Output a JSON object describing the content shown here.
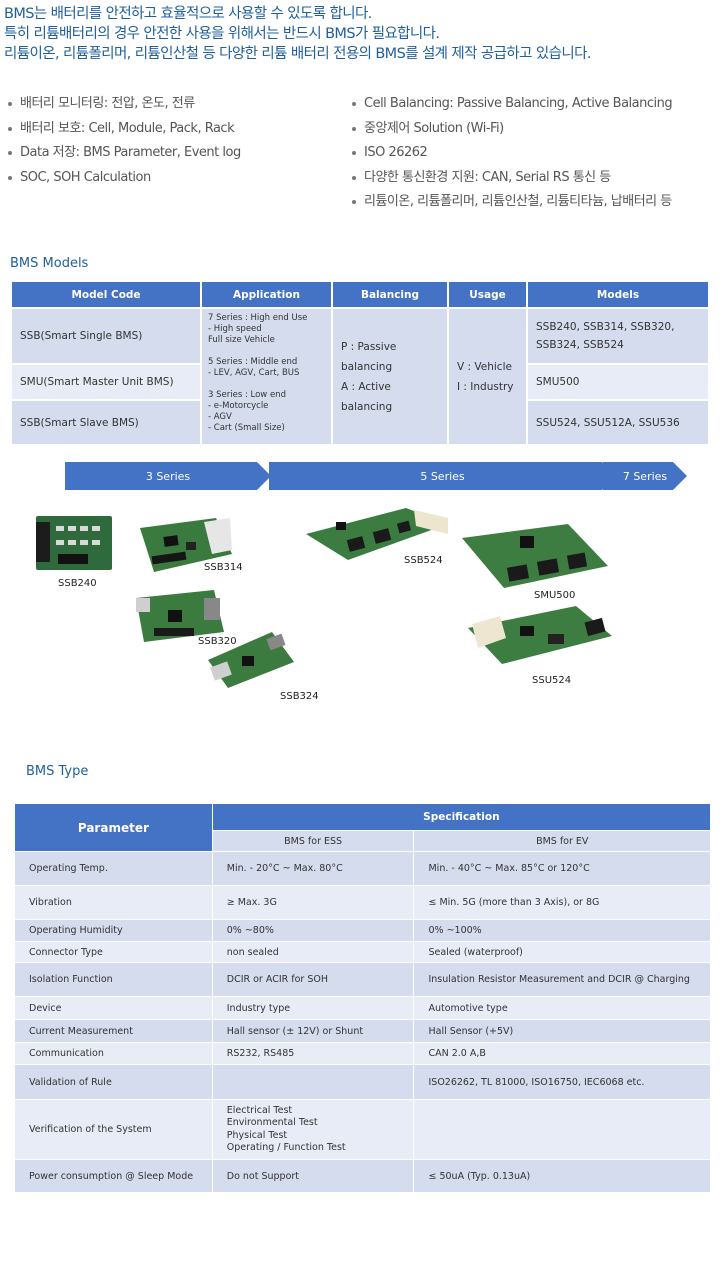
{
  "intro": {
    "line1": "BMS는 배터리를 안전하고 효율적으로 사용할 수 있도록 합니다.",
    "line2": "특히 리튬배터리의 경우 안전한 사용을 위해서는 반드시 BMS가 필요합니다.",
    "line3": "리튬이온, 리튬폴리머, 리튬인산철 등 다양한 리튬 배터리 전용의 BMS를 설계 제작 공급하고 있습니다."
  },
  "features_left": [
    "배터리 모니터링: 전압, 온도, 전류",
    "배터리 보호: Cell, Module, Pack, Rack",
    "Data 저장: BMS Parameter, Event log",
    "SOC, SOH Calculation"
  ],
  "features_right": [
    "Cell Balancing: Passive Balancing, Active Balancing",
    "중앙제어 Solution (Wi-Fi)",
    "ISO 26262",
    "다양한 통신환경 지원: CAN, Serial RS 통신 등",
    "리튬이온, 리튬폴리머, 리튬인산철, 리튬티타늄, 납배터리 등"
  ],
  "models_title": "BMS Models",
  "models_table": {
    "headers": [
      "Model Code",
      "Application",
      "Balancing",
      "Usage",
      "Models"
    ],
    "rows": [
      {
        "code": "SSB(Smart Single BMS)",
        "models": "SSB240, SSB314, SSB320, SSB324, SSB524"
      },
      {
        "code": "SMU(Smart Master Unit BMS)",
        "models": "SMU500"
      },
      {
        "code": "SSB(Smart Slave BMS)",
        "models": "SSU524, SSU512A, SSU536"
      }
    ],
    "application": "7 Series : High end Use\n  - High speed\n    Full size Vehicle\n\n5 Series : Middle end\n  - LEV, AGV, Cart, BUS\n\n3 Series : Low end\n  - e-Motorcycle\n  - AGV\n  - Cart (Small Size)",
    "balancing": "P : Passive balancing\nA : Active balancing",
    "usage": "V : Vehicle\nI : Industry"
  },
  "series": [
    "3 Series",
    "5 Series",
    "7 Series"
  ],
  "boards": [
    "SSB240",
    "SSB314",
    "SSB524",
    "SMU500",
    "SSB320",
    "SSB324",
    "SSU524"
  ],
  "type_title": "BMS Type",
  "spec_table": {
    "param_header": "Parameter",
    "spec_header": "Specification",
    "col_ess": "BMS for ESS",
    "col_ev": "BMS for EV",
    "rows": [
      {
        "p": "Operating Temp.",
        "ess": "Min. - 20°C ~ Max. 80°C",
        "ev": "Min. - 40°C ~ Max. 85°C or 120°C"
      },
      {
        "p": "Vibration",
        "ess": "≥ Max. 3G",
        "ev": "≤ Min. 5G (more than 3 Axis), or 8G"
      },
      {
        "p": "Operating Humidity",
        "ess": "0% ~80%",
        "ev": "0% ~100%"
      },
      {
        "p": "Connector Type",
        "ess": "non sealed",
        "ev": "Sealed (waterproof)"
      },
      {
        "p": "Isolation Function",
        "ess": "DCIR or ACIR for SOH",
        "ev": "Insulation Resistor Measurement and DCIR @ Charging"
      },
      {
        "p": "Device",
        "ess": "Industry type",
        "ev": "Automotive type"
      },
      {
        "p": "Current Measurement",
        "ess": "Hall sensor (± 12V) or Shunt",
        "ev": "Hall Sensor (+5V)"
      },
      {
        "p": "Communication",
        "ess": "RS232, RS485",
        "ev": "CAN 2.0 A,B"
      },
      {
        "p": "Validation of Rule",
        "ess": "",
        "ev": "ISO26262, TL 81000, ISO16750, IEC6068 etc."
      },
      {
        "p": "Verification of the System",
        "ess": "Electrical Test\nEnvironmental Test\nPhysical Test\nOperating / Function Test",
        "ev": ""
      },
      {
        "p": "Power consumption @ Sleep Mode",
        "ess": "Do not Support",
        "ev": "≤  50uA (Typ. 0.13uA)"
      }
    ]
  }
}
